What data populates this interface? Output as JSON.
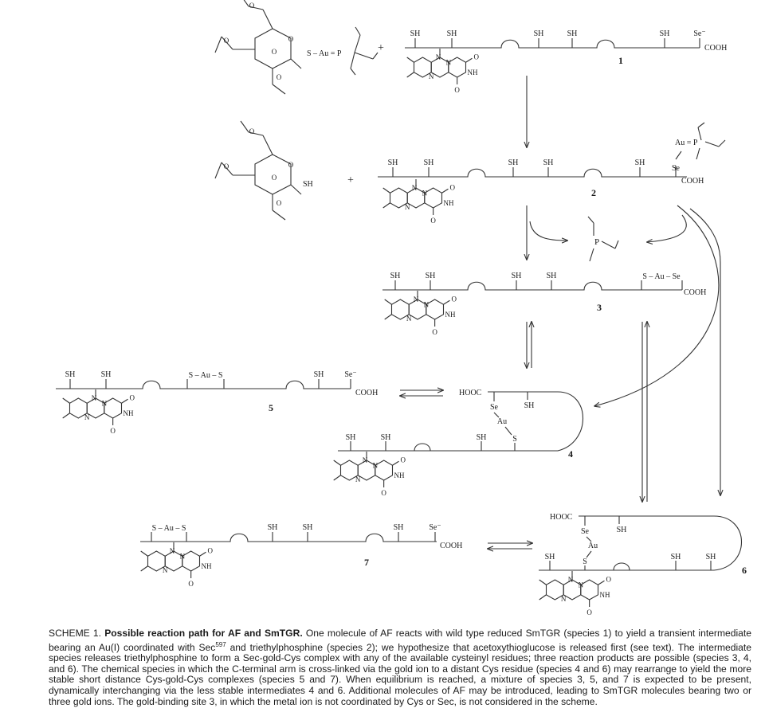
{
  "labels": {
    "sh": "SH",
    "se_minus": "Se⁻",
    "se": "Se",
    "cooh": "COOH",
    "hooc": "HOOC",
    "au": "Au",
    "p": "P",
    "nh": "NH",
    "n": "N",
    "o": "O",
    "s_au_p": "S – Au = P",
    "au_eq_p": "Au = P",
    "s_au_se": "S – Au – Se",
    "s_au_s": "S – Au – S",
    "s": "S",
    "plus": "+"
  },
  "species": {
    "s1": "1",
    "s2": "2",
    "s3": "3",
    "s4": "4",
    "s5": "5",
    "s6": "6",
    "s7": "7"
  },
  "caption": {
    "prefix": "SCHEME 1. ",
    "bold": "Possible reaction path for AF and SmTGR.",
    "body": " One molecule of AF reacts with wild type reduced SmTGR (species 1) to yield a transient intermediate bearing an Au(I) coordinated with Sec",
    "sup": "597",
    "rest": " and triethylphosphine (species 2); we hypothesize that acetoxythioglucose is released first (see text). The intermediate species releases triethylphosphine to form a Sec-gold-Cys complex with any of the available cysteinyl residues; three reaction products are possible (species 3, 4, and 6). The chemical species in which the C-terminal arm is cross-linked via the gold ion to a distant Cys residue (species 4 and 6) may rearrange to yield the more stable short distance Cys-gold-Cys complexes (species 5 and 7). When equilibrium is reached, a mixture of species 3, 5, and 7 is expected to be present, dynamically interchanging via the less stable intermediates 4 and 6. Additional molecules of AF may be introduced, leading to SmTGR molecules bearing two or three gold ions. The gold-binding site 3, in which the metal ion is not coordinated by Cys or Sec, is not considered in the scheme."
  }
}
